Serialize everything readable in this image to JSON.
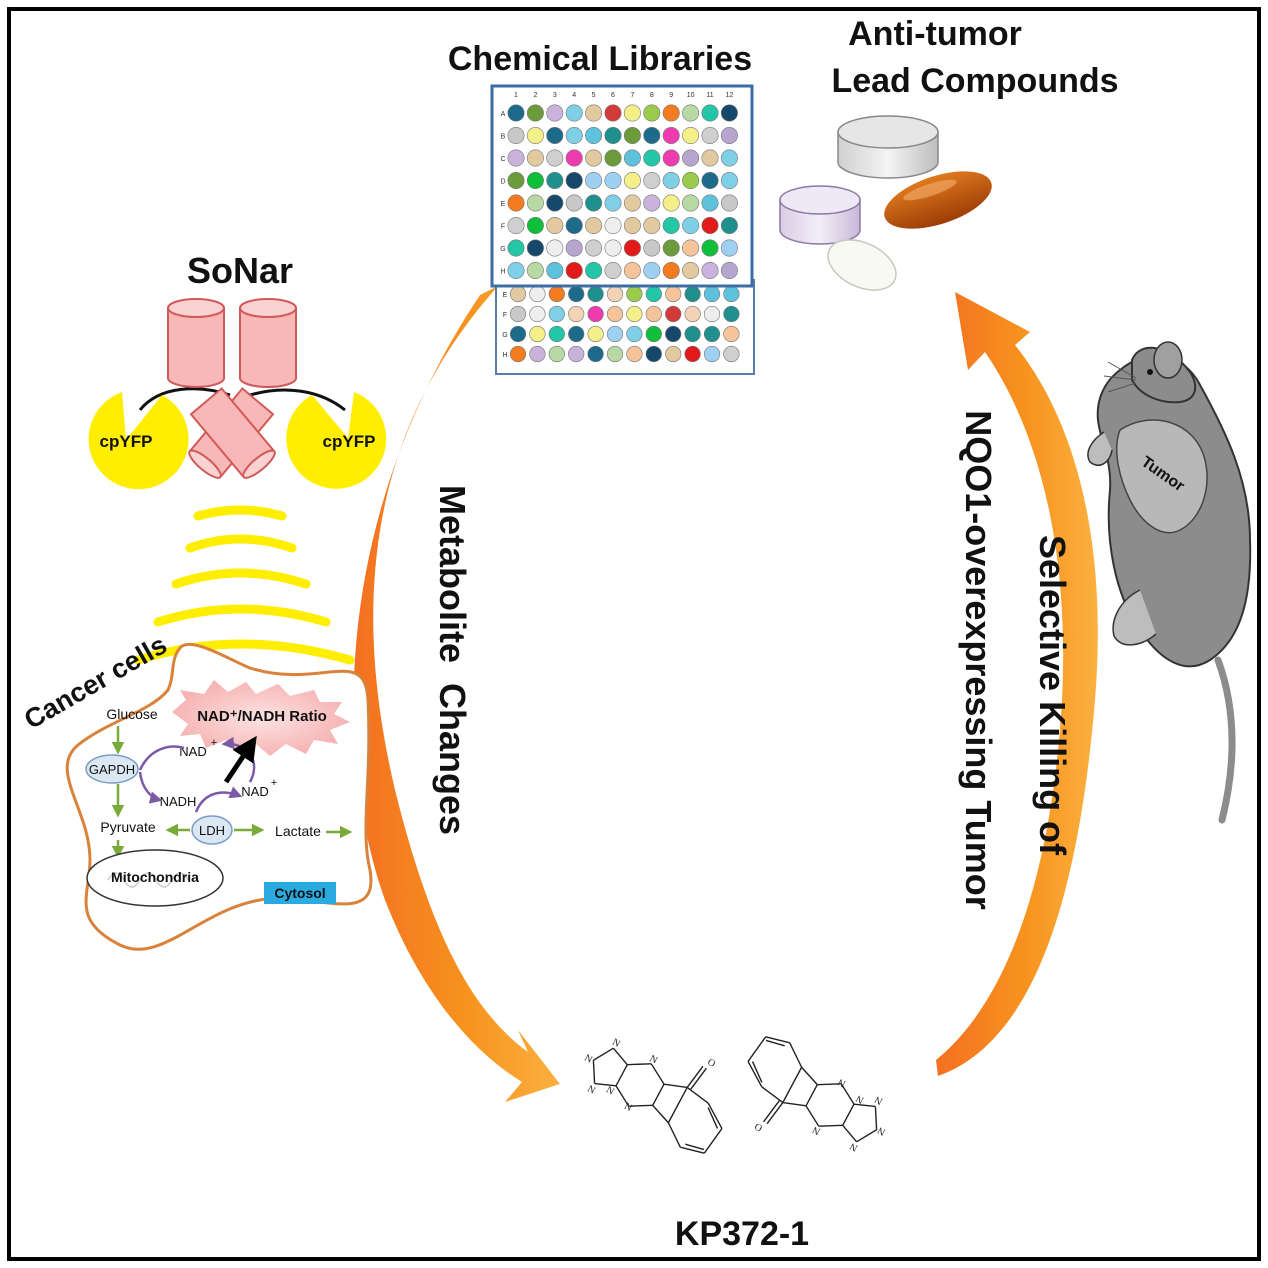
{
  "titles": {
    "chemical_libraries": "Chemical Libraries",
    "anti_tumor_line1": "Anti-tumor",
    "anti_tumor_line2": "Lead Compounds",
    "sonar": "SoNar",
    "compound_name": "KP372-1"
  },
  "sensor": {
    "left_fp": "cpYFP",
    "right_fp": "cpYFP"
  },
  "cell": {
    "label": "Cancer cells",
    "glucose": "Glucose",
    "gapdh": "GAPDH",
    "pyruvate": "Pyruvate",
    "ldh": "LDH",
    "lactate": "Lactate",
    "nad_top": "NAD",
    "nadh": "NADH",
    "nad_right": "NAD",
    "plus": "+",
    "ratio": "NAD⁺/NADH Ratio",
    "mitochondria": "Mitochondria",
    "cytosol": "Cytosol"
  },
  "arrows": {
    "left_label": "Metabolite  Changes",
    "right_label_line1": "Selective Killing of",
    "right_label_line2": "NQO1-overexpressing Tumor"
  },
  "mouse": {
    "tumor_label": "Tumor"
  },
  "plate": {
    "column_numbers": [
      "1",
      "2",
      "3",
      "4",
      "5",
      "6",
      "7",
      "8",
      "9",
      "10",
      "11",
      "12"
    ],
    "row_letters": [
      "A",
      "B",
      "C",
      "D",
      "E",
      "F",
      "G",
      "H"
    ],
    "back_row_letters": [
      "E",
      "F",
      "G",
      "H"
    ]
  },
  "molecule_atoms": {
    "nitrogen": "N",
    "oxygen": "O"
  },
  "colors": {
    "arrow_orange": "#f7931e",
    "yfp_yellow": "#ffee00",
    "sensor_pink": "#f4a3a3",
    "cell_outline": "#d9823b",
    "cytosol_box": "#29abe2",
    "ratio_text": "#c8541b",
    "mouse_gray": "#8c8c8c"
  }
}
